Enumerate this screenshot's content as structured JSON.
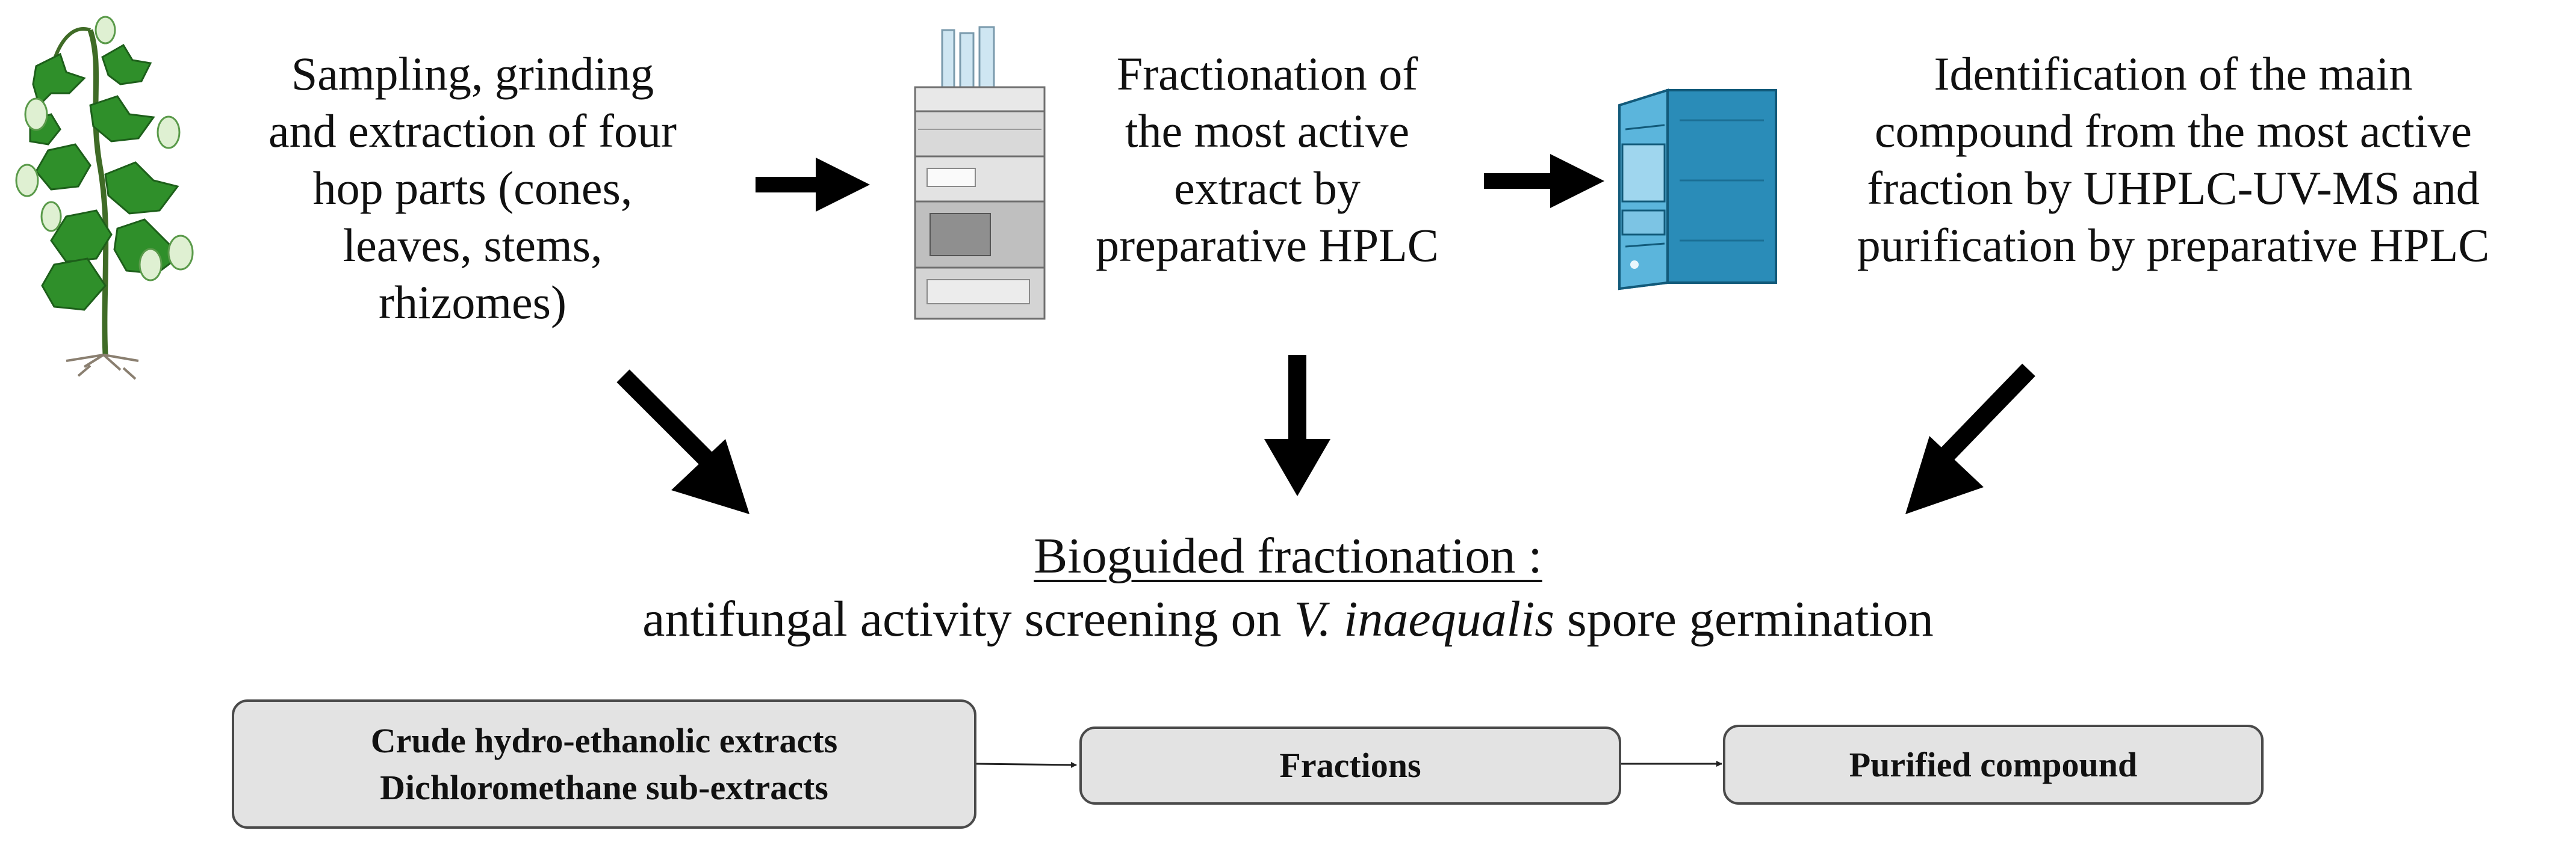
{
  "steps": [
    {
      "lines": [
        "Sampling, grinding",
        "and extraction of four",
        "hop parts (cones,",
        "leaves, stems,",
        "rhizomes)"
      ],
      "icon": "hop-plant-icon"
    },
    {
      "lines": [
        "Fractionation of",
        "the most active",
        "extract by",
        "preparative HPLC"
      ],
      "icon": "hplc-instrument-icon"
    },
    {
      "lines": [
        "Identification of the main",
        "compound from the most active",
        "fraction by UHPLC-UV-MS and",
        "purification by preparative HPLC"
      ],
      "icon": "uhplc-ms-instrument-icon"
    }
  ],
  "heading": {
    "title": "Bioguided fractionation :",
    "subtitle_prefix": "antifungal activity screening on ",
    "subtitle_species": "V. inaequalis",
    "subtitle_suffix": " spore germination"
  },
  "boxes": [
    {
      "lines": [
        "Crude hydro-ethanolic extracts",
        "Dichloromethane sub-extracts"
      ]
    },
    {
      "lines": [
        "Fractions"
      ]
    },
    {
      "lines": [
        "Purified compound"
      ]
    }
  ],
  "colors": {
    "box_fill": "#e3e3e3",
    "box_border": "#4a4a4a",
    "leaf_green": "#2f8f2a",
    "instrument_blue": "#2a8cb8"
  }
}
